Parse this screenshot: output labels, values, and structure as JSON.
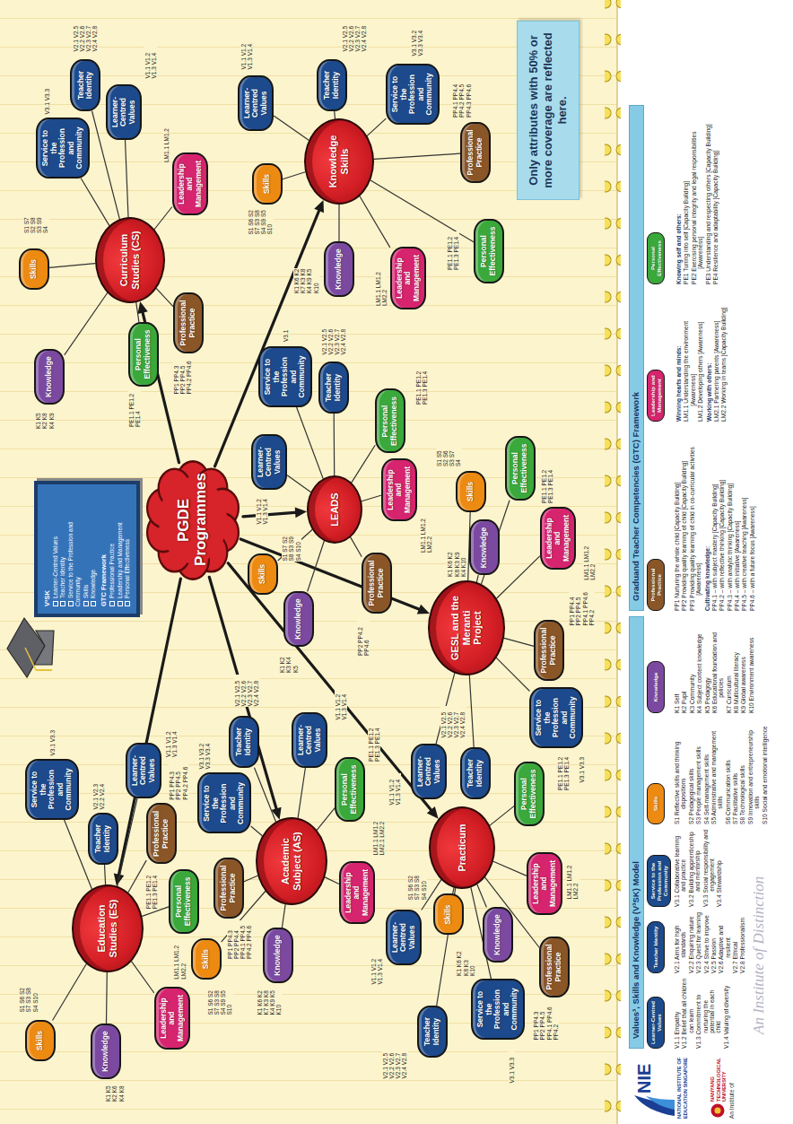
{
  "diagram": {
    "nodes": [
      {
        "text": [
          "PGDE Programmes"
        ]
      },
      {
        "text": [
          "V³SK",
          "Learner-Centred Values",
          "Teacher Identity",
          "Service to the Profession and Community",
          "Skills",
          "Knowledge",
          "GTC Framework",
          "Professional Practice",
          "Leadership and Management",
          "Personal Effectiveness"
        ]
      },
      {
        "text": [
          "Curriculum Studies (CS)"
        ]
      },
      {
        "text": [
          "Learner-Centred Values"
        ]
      },
      {
        "text": [
          "Teacher Identity"
        ]
      },
      {
        "text": [
          "Service to the Profession and Community"
        ]
      },
      {
        "text": [
          "Skills"
        ]
      },
      {
        "text": [
          "Knowledge"
        ]
      },
      {
        "text": [
          "Professional Practice"
        ]
      },
      {
        "text": [
          "Leadership and Management"
        ]
      },
      {
        "text": [
          "Personal Effectiveness"
        ]
      },
      {
        "text": [
          "Knowledge Skills"
        ]
      },
      {
        "text": [
          "Learner-Centred Values"
        ]
      },
      {
        "text": [
          "Teacher Identity"
        ]
      },
      {
        "text": [
          "Service to the Profession and Community"
        ]
      },
      {
        "text": [
          "Skills"
        ]
      },
      {
        "text": [
          "Knowledge"
        ]
      },
      {
        "text": [
          "Professional Practice"
        ]
      },
      {
        "text": [
          "Leadership and Management"
        ]
      },
      {
        "text": [
          "Personal Effectiveness"
        ]
      },
      {
        "text": [
          "LEADS"
        ]
      },
      {
        "text": [
          "Learner-Centred Values"
        ]
      },
      {
        "text": [
          "Teacher Identity"
        ]
      },
      {
        "text": [
          "Service to the Profession and Community"
        ]
      },
      {
        "text": [
          "Skills"
        ]
      },
      {
        "text": [
          "Knowledge"
        ]
      },
      {
        "text": [
          "Professional Practice"
        ]
      },
      {
        "text": [
          "Leadership and Management"
        ]
      },
      {
        "text": [
          "Personal Effectiveness"
        ]
      },
      {
        "text": [
          "GESL and the Meranti Project"
        ]
      },
      {
        "text": [
          "Learner-Centred Values"
        ]
      },
      {
        "text": [
          "Teacher Identity"
        ]
      },
      {
        "text": [
          "Service to the Profession and Community"
        ]
      },
      {
        "text": [
          "Skills"
        ]
      },
      {
        "text": [
          "Knowledge"
        ]
      },
      {
        "text": [
          "Professional Practice"
        ]
      },
      {
        "text": [
          "Leadership and Management"
        ]
      },
      {
        "text": [
          "Personal Effectiveness"
        ]
      },
      {
        "text": [
          "Practicum"
        ]
      },
      {
        "text": [
          "Learner-Centred Values"
        ]
      },
      {
        "text": [
          "Teacher Identity"
        ]
      },
      {
        "text": [
          "Service to the Profession and Community"
        ]
      },
      {
        "text": [
          "Skills"
        ]
      },
      {
        "text": [
          "Knowledge"
        ]
      },
      {
        "text": [
          "Professional Practice"
        ]
      },
      {
        "text": [
          "Leadership and Management"
        ]
      },
      {
        "text": [
          "Personal Effectiveness"
        ]
      },
      {
        "text": [
          "Academic Subject (AS)"
        ]
      },
      {
        "text": [
          "Learner-Centred Values"
        ]
      },
      {
        "text": [
          "Teacher Identity"
        ]
      },
      {
        "text": [
          "Service to the Profession and Community"
        ]
      },
      {
        "text": [
          "Skills"
        ]
      },
      {
        "text": [
          "Knowledge"
        ]
      },
      {
        "text": [
          "Professional Practice"
        ]
      },
      {
        "text": [
          "Leadership and Management"
        ]
      },
      {
        "text": [
          "Personal Effectiveness"
        ]
      },
      {
        "text": [
          "Education Studies (ES)"
        ]
      },
      {
        "text": [
          "Learner-Centred Values"
        ]
      },
      {
        "text": [
          "Teacher Identity"
        ]
      },
      {
        "text": [
          "Service to the Profession and Community"
        ]
      },
      {
        "text": [
          "Skills"
        ]
      },
      {
        "text": [
          "Knowledge"
        ]
      },
      {
        "text": [
          "Professional Practice"
        ]
      },
      {
        "text": [
          "Leadership and Management"
        ]
      },
      {
        "text": [
          "Personal Effectiveness"
        ]
      },
      {
        "text": [
          "Values³, Skills and Knowledge (V³SK) Model"
        ]
      },
      {
        "text": [
          "Learner-Centred Values"
        ]
      },
      {
        "text": [
          "Teacher Identity"
        ]
      },
      {
        "text": [
          "Service to the Profession and Community"
        ]
      },
      {
        "text": [
          "Skills"
        ]
      },
      {
        "text": [
          "Knowledge"
        ]
      },
      {
        "text": [
          "Graduand Teacher Competencies (GTC) Framework"
        ]
      },
      {
        "text": [
          "Professional Practice"
        ]
      },
      {
        "text": [
          "Leadership and Management"
        ]
      },
      {
        "text": [
          "Personal Effectiveness"
        ]
      },
      {
        "text": [
          "Only attributes with 50% or more coverage are reflected here."
        ]
      }
    ],
    "edges": [
      {
        "from": 0,
        "to": 2,
        "arrow": "to"
      },
      {
        "from": 0,
        "to": 11,
        "arrow": "to"
      },
      {
        "from": 0,
        "to": 20,
        "arrow": "to"
      },
      {
        "from": 0,
        "to": 29,
        "arrow": "to"
      },
      {
        "from": 0,
        "to": 38,
        "arrow": "to"
      },
      {
        "from": 0,
        "to": 47,
        "arrow": "to"
      },
      {
        "from": 0,
        "to": 56,
        "arrow": "to"
      },
      {
        "from": 2,
        "to": 3,
        "arrow": "none"
      },
      {
        "from": 2,
        "to": 4,
        "arrow": "none"
      },
      {
        "from": 2,
        "to": 5,
        "arrow": "none"
      },
      {
        "from": 2,
        "to": 6,
        "arrow": "none"
      },
      {
        "from": 2,
        "to": 7,
        "arrow": "none"
      },
      {
        "from": 2,
        "to": 8,
        "arrow": "none"
      },
      {
        "from": 2,
        "to": 9,
        "arrow": "none"
      },
      {
        "from": 2,
        "to": 10,
        "arrow": "none"
      },
      {
        "from": 11,
        "to": 12,
        "arrow": "none"
      },
      {
        "from": 11,
        "to": 13,
        "arrow": "none"
      },
      {
        "from": 11,
        "to": 14,
        "arrow": "none"
      },
      {
        "from": 11,
        "to": 15,
        "arrow": "none"
      },
      {
        "from": 11,
        "to": 16,
        "arrow": "none"
      },
      {
        "from": 11,
        "to": 17,
        "arrow": "none"
      },
      {
        "from": 11,
        "to": 18,
        "arrow": "none"
      },
      {
        "from": 11,
        "to": 19,
        "arrow": "none"
      },
      {
        "from": 20,
        "to": 21,
        "arrow": "none"
      },
      {
        "from": 20,
        "to": 22,
        "arrow": "none"
      },
      {
        "from": 20,
        "to": 23,
        "arrow": "none"
      },
      {
        "from": 20,
        "to": 24,
        "arrow": "none"
      },
      {
        "from": 20,
        "to": 25,
        "arrow": "none"
      },
      {
        "from": 20,
        "to": 26,
        "arrow": "none"
      },
      {
        "from": 20,
        "to": 27,
        "arrow": "none"
      },
      {
        "from": 20,
        "to": 28,
        "arrow": "none"
      },
      {
        "from": 29,
        "to": 30,
        "arrow": "none"
      },
      {
        "from": 29,
        "to": 31,
        "arrow": "none"
      },
      {
        "from": 29,
        "to": 32,
        "arrow": "none"
      },
      {
        "from": 29,
        "to": 33,
        "arrow": "none"
      },
      {
        "from": 29,
        "to": 34,
        "arrow": "none"
      },
      {
        "from": 29,
        "to": 35,
        "arrow": "none"
      },
      {
        "from": 29,
        "to": 36,
        "arrow": "none"
      },
      {
        "from": 29,
        "to": 37,
        "arrow": "none"
      },
      {
        "from": 38,
        "to": 39,
        "arrow": "none"
      },
      {
        "from": 38,
        "to": 40,
        "arrow": "none"
      },
      {
        "from": 38,
        "to": 41,
        "arrow": "none"
      },
      {
        "from": 38,
        "to": 42,
        "arrow": "none"
      },
      {
        "from": 38,
        "to": 43,
        "arrow": "none"
      },
      {
        "from": 38,
        "to": 44,
        "arrow": "none"
      },
      {
        "from": 38,
        "to": 45,
        "arrow": "none"
      },
      {
        "from": 38,
        "to": 46,
        "arrow": "none"
      },
      {
        "from": 47,
        "to": 48,
        "arrow": "none"
      },
      {
        "from": 47,
        "to": 49,
        "arrow": "none"
      },
      {
        "from": 47,
        "to": 50,
        "arrow": "none"
      },
      {
        "from": 47,
        "to": 51,
        "arrow": "none"
      },
      {
        "from": 47,
        "to": 52,
        "arrow": "none"
      },
      {
        "from": 47,
        "to": 53,
        "arrow": "none"
      },
      {
        "from": 47,
        "to": 54,
        "arrow": "none"
      },
      {
        "from": 47,
        "to": 55,
        "arrow": "none"
      },
      {
        "from": 56,
        "to": 57,
        "arrow": "none"
      },
      {
        "from": 56,
        "to": 58,
        "arrow": "none"
      },
      {
        "from": 56,
        "to": 59,
        "arrow": "none"
      },
      {
        "from": 56,
        "to": 60,
        "arrow": "none"
      },
      {
        "from": 56,
        "to": 61,
        "arrow": "none"
      },
      {
        "from": 56,
        "to": 62,
        "arrow": "none"
      },
      {
        "from": 56,
        "to": 63,
        "arrow": "none"
      },
      {
        "from": 56,
        "to": 64,
        "arrow": "none"
      }
    ],
    "labels": [
      "V1.1 V1.2 V1.3 V1.4",
      "V2.1 V2.5 V2.2 V2.6 V2.3 V2.7 V2.4 V2.8",
      "V3.1 V3.3",
      "S1 S7 S2 S8 S3 S9 S4",
      "K1 K5 K2 K8 K4 K9",
      "PP1 PP4.3 PP2 PP4.5 PP4.2 PP4.6",
      "LM1.1 LM1.2",
      "PE1.1 PE1.2 PE1.4",
      "V1.1 V1.2 V1.3 V1.4",
      "V2.1 V2.5 V2.2 V2.6 V2.3 V2.7 V2.4 V2.8",
      "V3.1 V3.2 V3.3 V3.4",
      "S1 S6 S2 S7 S3 S8 S4 S9 S5 S10",
      "K1 K6 K2 K7 K3 K8 K4 K9 K5 K10",
      "PP4.1 PP4.4 PP4.2 PP4.5 PP4.3 PP4.6",
      "LM1.1 LM1.2 LM2.2",
      "PE1.1 PE1.2 PE1.3 PE1.4",
      "V1.1 V1.2 V1.3 V1.4",
      "V2.1 V2.5 V2.2 V2.6 V2.3 V2.7 V2.4 V2.8",
      "V3.1",
      "S1 S7 S2 S8 S3 S9 S4 S10",
      "K1 K2 K3 K4 K5",
      "PP2 PP4.2 PP4.6",
      "LM1.1 LM1.2 LM2.2",
      "PE1.1 PE1.2 PE1.3 PE1.4",
      "V1.1 V1.2 V1.3 V1.4",
      "V2.1 V2.5 V2.2 V2.6 V2.3 V2.7 V2.4 V2.8",
      "V3.1 V3.3",
      "S1 S5 S2 S6 S3 S7 S4",
      "K1 K6 K2 K8 K3 K9 K4 K10",
      "PP1 PP4.4 PP2 PP4.5 PP4.1 PP4.6 PP4.2",
      "LM1.1 LM1.2 LM2.2",
      "PE1.1 PE1.2 PE1.3 PE1.4",
      "V1.1 V1.2 V1.3 V1.4",
      "V2.1 V2.5 V2.2 V2.6 V2.3 V2.7 V2.4 V2.8",
      "V3.1 V3.3",
      "S1 S6 S2 S7 S3 S8 S4 S10",
      "K1 K6 K2 K8 K3 K10",
      "PP1 PP4.3 PP2 PP4.5 PP4.1 PP4.6 PP4.2",
      "LM1.1 LM1.2 LM2.2",
      "PE1.1 PE1.2 PE1.3 PE1.4",
      "V1.1 V1.2 V1.3 V1.4",
      "V2.1 V2.5 V2.2 V2.6 V2.3 V2.7 V2.4 V2.8",
      "V3.1 V3.2 V3.3 V3.4",
      "S1 S6 S2 S7 S3 S8 S4 S9 S5 S10",
      "K1 K6 K2 K7 K3 K8 K4 K9 K5 K10",
      "PP1 PP4.3 PP2 PP4.4 PP4.1 PP4.5 PP4.2 PP4.6",
      "LM1.1 LM1.2 LM2.1 LM2.2",
      "PE1.1 PE1.2 PE1.3 PE1.4",
      "V1.1 V1.2 V1.3 V1.4",
      "V2.1 V2.3 V2.2 V2.4",
      "V3.1 V3.3",
      "S1 S6 S2 S7 S3 S8 S4 S10",
      "K1 K5 K2 K6 K4 K8",
      "PP1 PP4.3 PP2 PP4.5 PP4.2 PP4.6",
      "LM1.1 LM1.2 LM2.2",
      "PE1.1 PE1.2 PE1.3 PE1.4",
      "V1.1 Empathy",
      "V1.2 Belief that all children can learn",
      "V1.3 Commitment to nurturing the potential in each child",
      "V1.4 Valuing of diversity",
      "V2.1 Aims for high standards",
      "V2.2 Enquiring nature",
      "V2.3 Quest for learning",
      "V2.4 Strive to improve",
      "V2.5 Passion",
      "V2.6 Adaptive and resilient",
      "V2.7 Ethical",
      "V2.8 Professionalism",
      "V3.1 Collaborative learning and practice",
      "V3.2 Building apprenticeship and mentorship",
      "V3.3 Social responsibility and engagement",
      "V3.4 Stewardship",
      "S1 Reflective skills and thinking dispositions",
      "S2 Pedagogical skills",
      "S3 People management skills",
      "S4 Self-management skills",
      "S5 Administrative and management skills",
      "S6 Communication skills",
      "S7 Facilitative skills",
      "S8 Technological skills",
      "S9 Innovation and entrepreneurship skills",
      "S10 Social and emotional intelligence",
      "K1 Self",
      "K2 Pupil",
      "K3 Community",
      "K4 Subject content knowledge",
      "K5 Pedagogy",
      "K6 Educational foundation and policies",
      "K7 Curriculum",
      "K8 Multicultural literacy",
      "K9 Global awareness",
      "K10 Environment awareness",
      "PP1 Nurturing the whole child [Capacity Building]",
      "PP2 Providing quality learning of child [Capacity Building]",
      "PP3 Providing quality learning of child in co-curricular activities [Awareness]",
      "Cultivating knowledge:",
      "PP4.1 – with subject mastery [Capacity Building]",
      "PP4.2 – with reflective thinking [Capacity Building]",
      "PP4.3 – with analytic thinking [Capacity Building]",
      "PP4.4 – with initiative [Awareness]",
      "PP4.5 – with creative teaching [Awareness]",
      "PP4.6 – with a future focus [Awareness]",
      "Winning hearts and minds:",
      "LM1.1 Understanding the environment [Awareness]",
      "LM1.2 Developing others [Awareness]",
      "Working with others:",
      "LM2.1 Partnering parents [Awareness]",
      "LM2.2 Working in teams [Capacity Building]",
      "Knowing self and others:",
      "PE1 Tuning into self [Capacity Building]",
      "PE2 Exercising personal integrity and legal responsibilities [Awareness]",
      "PE3 Understanding and respecting others [Capacity Building]",
      "PE4 Resilience and adaptability [Capacity Building]",
      "NIE",
      "NATIONAL INSTITUTE OF EDUCATION SINGAPORE",
      "NANYANG TECHNOLOGICAL UNIVERSITY",
      "An Institute of",
      "An Institute of Distinction"
    ]
  }
}
